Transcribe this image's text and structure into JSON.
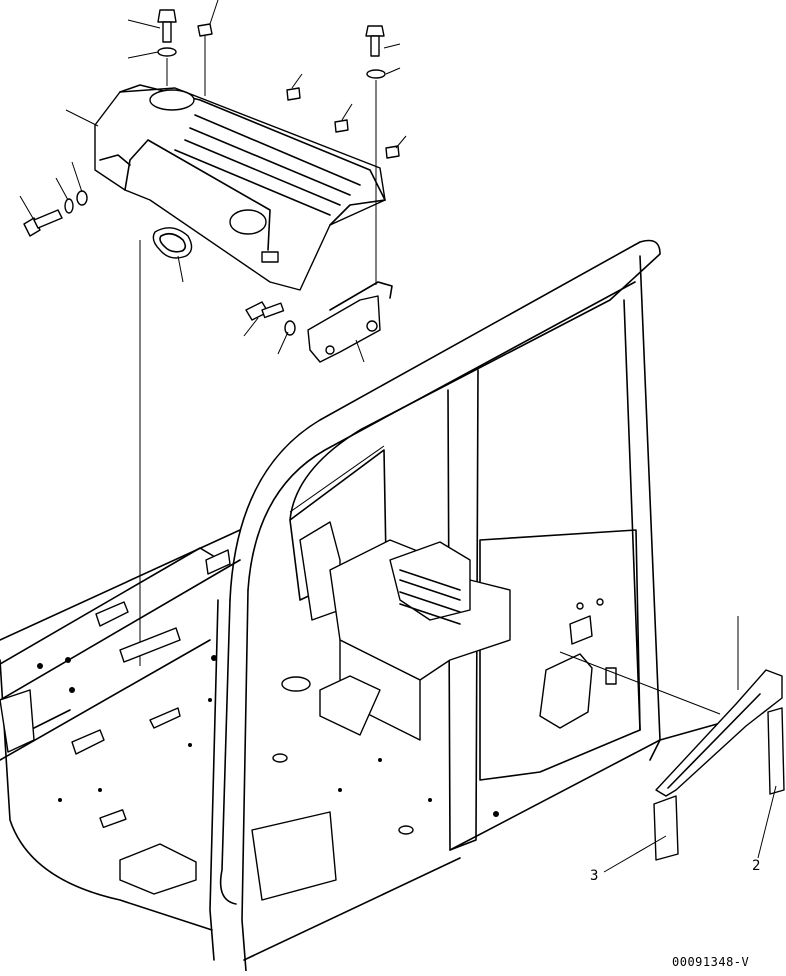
{
  "drawing": {
    "part_number": "00091348-V",
    "callouts": [
      {
        "id": "c-3",
        "label": "3"
      },
      {
        "id": "c-2",
        "label": "2"
      }
    ]
  }
}
